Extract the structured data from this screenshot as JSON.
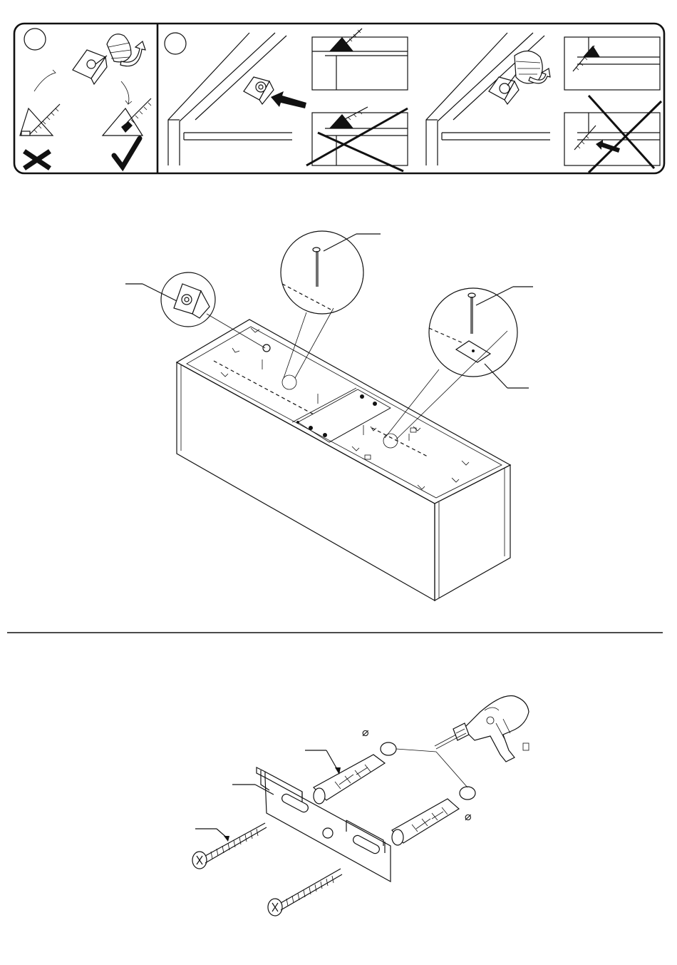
{
  "page": {
    "background": "#ffffff",
    "ink": "#111111"
  },
  "steps": {
    "left_panel": {
      "mark_wrong": "cross",
      "mark_right": "check"
    },
    "right_panel": {
      "wrong_variants": 2
    }
  },
  "dimensions": {
    "drill_symbol_1": "⌀",
    "drill_symbol_2": "⌀"
  },
  "icons": [
    "screw-icon",
    "corner-bracket-icon",
    "nail-icon",
    "drill-icon",
    "wall-plug-icon",
    "wall-rail-icon",
    "arrow-icon",
    "cross-mark-icon",
    "check-mark-icon"
  ]
}
